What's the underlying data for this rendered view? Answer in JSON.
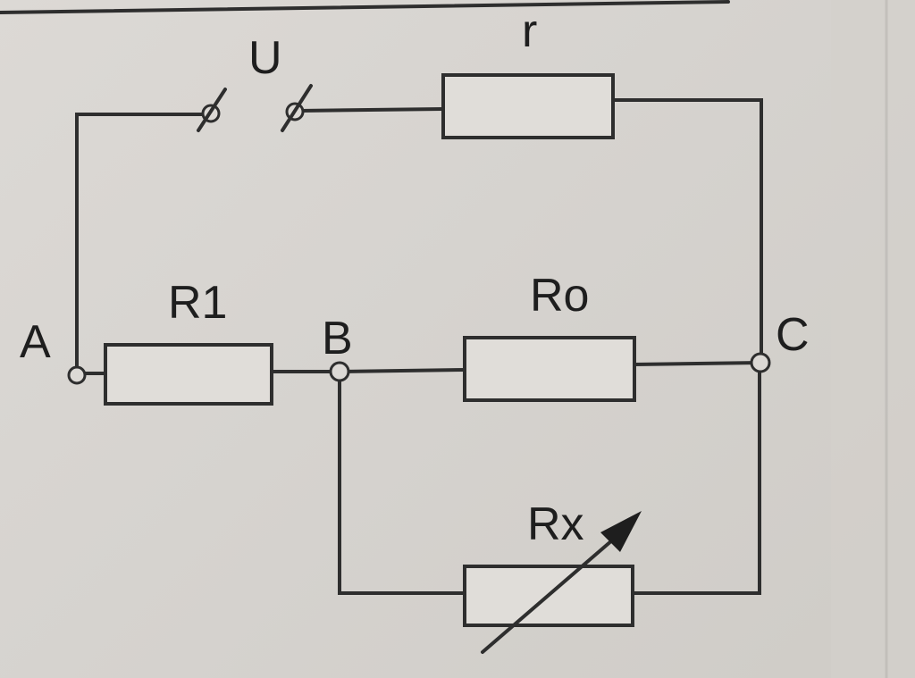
{
  "labels": {
    "source": "U",
    "internal_resistance": "r",
    "r1": "R1",
    "r0": "Ro",
    "rx": "Rx",
    "node_a": "A",
    "node_b": "B",
    "node_c": "C"
  },
  "colors": {
    "paper": "#dcd9d5",
    "ink": "#2e2e2e"
  }
}
